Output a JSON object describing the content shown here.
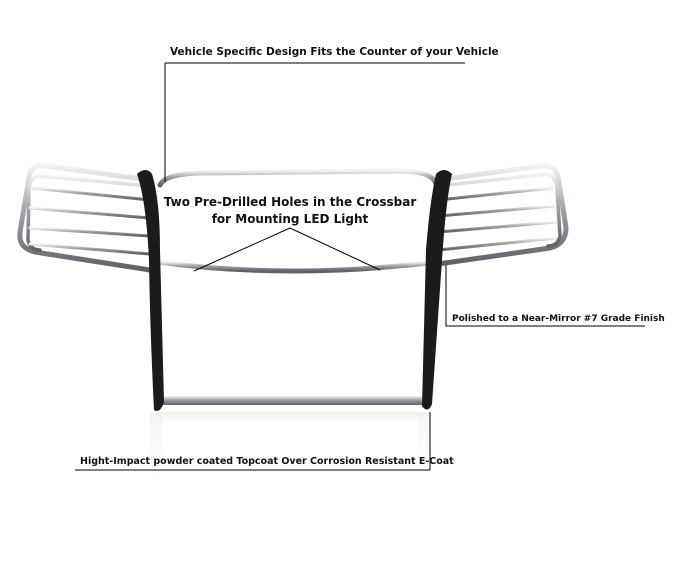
{
  "callouts": {
    "design": "Vehicle Specific Design Fits the Counter of your Vehicle",
    "holes_line1": "Two Pre-Drilled Holes in the Crossbar",
    "holes_line2": "for Mounting LED Light",
    "finish": "Polished to a Near-Mirror #7 Grade Finish",
    "coating": "Hight-Impact powder coated Topcoat Over Corrosion Resistant E-Coat"
  },
  "colors": {
    "chrome": "#b8bcc2",
    "chrome_dark": "#6c7076",
    "uprights": "#1a1a1a",
    "leader_lines": "#000000"
  }
}
